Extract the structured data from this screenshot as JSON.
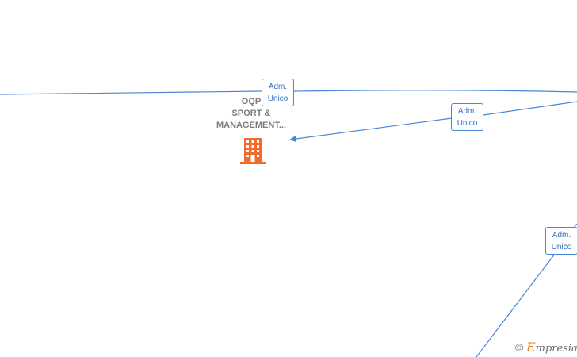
{
  "company": {
    "name_line1": "OQP",
    "name_line2": "SPORT &",
    "name_line3": "MANAGEMENT...",
    "icon": "building-icon"
  },
  "edges": [
    {
      "id": "edge-1",
      "label_line1": "Adm.",
      "label_line2": "Unico"
    },
    {
      "id": "edge-2",
      "label_line1": "Adm.",
      "label_line2": "Unico"
    },
    {
      "id": "edge-3",
      "label_line1": "Adm.",
      "label_line2": "Unico"
    }
  ],
  "colors": {
    "edge": "#4a86d8",
    "label_text": "#2f6fc4",
    "node_icon": "#f26a2e",
    "node_text": "#7b7b7b"
  },
  "watermark": {
    "symbol": "©",
    "brand_initial": "E",
    "brand_rest": "mpresia"
  }
}
